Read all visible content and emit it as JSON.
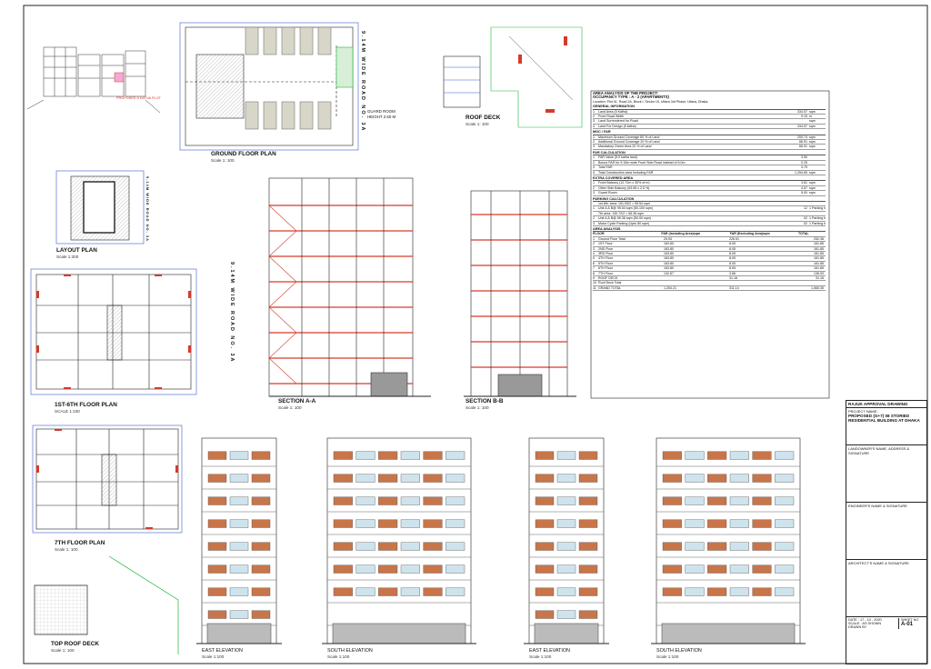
{
  "drawings": {
    "ground_floor_plan": {
      "title": "GROUND FLOOR PLAN",
      "scale": "Scale 1: 100"
    },
    "layout_plan": {
      "title": "LAYOUT PLAN",
      "scale": "Scale 1:200"
    },
    "floor_plan_1st_6th": {
      "title": "1ST-6TH FLOOR PLAN",
      "scale": "SCALE 1:100"
    },
    "floor_plan_7th": {
      "title": "7TH FLOOR PLAN",
      "scale": "Scale 1: 100"
    },
    "top_roof_deck": {
      "title": "TOP ROOF DECK",
      "scale": "Scale 1: 100"
    },
    "roof_deck": {
      "title": "ROOF DECK",
      "scale": "Scale 1: 100"
    },
    "section_aa": {
      "title": "SECTION A-A",
      "scale": "Scale 1: 100"
    },
    "section_bb": {
      "title": "SECTION B-B",
      "scale": "Scale 1: 100"
    },
    "east_elevation_1": {
      "title": "EAST ELEVATION",
      "scale": "Scale 1:100"
    },
    "south_elevation_1": {
      "title": "SOUTH ELEVATION",
      "scale": "Scale 1:100"
    },
    "east_elevation_2": {
      "title": "EAST ELEVATION",
      "scale": "Scale 1:100"
    },
    "south_elevation_2": {
      "title": "SOUTH ELEVATION",
      "scale": "Scale 1:100"
    }
  },
  "road_label": "9.14M WIDE ROAD NO. 3A",
  "guard_room": {
    "label": "GUARD ROOM",
    "height": "HEIGHT 2.50 M"
  },
  "proposed_site": "PROPOSED 5 KATHA PLOT",
  "area_analysis": {
    "heading": "AREA ANALYSIS OF THE PROJECT:",
    "occupancy": "OCCUPANCY TYPE : A - 2 (APARTMENTS)",
    "location": "Location: Plot 01, Road 2A, Block I, Sector 15, Uttara 3rd Phase, Uttara, Dhaka.",
    "general": {
      "heading": "GENERAL INFORMATION",
      "rows": [
        {
          "n": "1",
          "label": "Land Area (5 Katha)",
          "value": "334.57",
          "unit": "sqm"
        },
        {
          "n": "2",
          "label": "Front Road Width",
          "value": "9.15",
          "unit": "m"
        },
        {
          "n": "3",
          "label": "Land Surrendered for Road",
          "value": "",
          "unit": "sqm"
        },
        {
          "n": "4",
          "label": "Land For Design (5 katha)",
          "value": "334.57",
          "unit": "sqm"
        }
      ]
    },
    "mgc": {
      "heading": "MGC / FAR",
      "rows": [
        {
          "n": "1",
          "label": "Maximum Ground Coverage 60 % of Land",
          "value": "200.74",
          "unit": "sqm"
        },
        {
          "n": "2",
          "label": "Additional Ground Coverage 20 % of Land",
          "value": "66.91",
          "unit": "sqm"
        },
        {
          "n": "3",
          "label": "Mandatory Green Area 20 % of Land",
          "value": "66.91",
          "unit": "sqm"
        }
      ]
    },
    "far": {
      "heading": "FAR CALCULATION",
      "rows": [
        {
          "n": "1",
          "label": "FAR Value (5.0 katha land)",
          "value": "3.50",
          "unit": ""
        },
        {
          "n": "2",
          "label": "Bonus FAR for 9.15m wide Front Side Road instead of 6.0m",
          "value": "0.25",
          "unit": ""
        },
        {
          "n": "3",
          "label": "Total FAR",
          "value": "3.75",
          "unit": ""
        },
        {
          "n": "4",
          "label": "Total Construction area Including FAR",
          "value": "1,254.65",
          "unit": "sqm"
        }
      ]
    },
    "extra": {
      "heading": "EXTRA COVERED AREA",
      "rows": [
        {
          "n": "1",
          "label": "Front Balcony (12.72m x 30% of m)",
          "value": "3.81",
          "unit": "sqm"
        },
        {
          "n": "2",
          "label": "Other Side Balcony (93.08 x 2.5 %)",
          "value": "4.57",
          "unit": "sqm"
        },
        {
          "n": "3",
          "label": "Guard Room",
          "value": "5.00",
          "unit": "sqm"
        }
      ]
    },
    "parking": {
      "heading": "PARKING CALCULATION",
      "rows": [
        {
          "n": "",
          "label": "1st 8th, area: 151.09/2 = 95.54 sqm",
          "value": "",
          "unit": ""
        },
        {
          "n": "1",
          "label": "Unit A & B@ 95.54 sqm (50-100 sqm)",
          "value": "12",
          "unit": "1 Parking for every 10 Units"
        },
        {
          "n": "",
          "label": "7th area: 130.72/2 = 65.36 sqm",
          "value": "",
          "unit": ""
        },
        {
          "n": "2",
          "label": "Unit A & B@ 65.36 sqm (50-90 sqm)",
          "value": "02",
          "unit": "1 Parking for every 04 Units"
        },
        {
          "n": "3",
          "label": "Motor Cycle Parking (Upto 80 sqm)",
          "value": "02",
          "unit": "1 Parking for 35 Units"
        }
      ]
    },
    "floors": {
      "heading": "AREA ANALYSIS",
      "columns": [
        "FLOOR",
        "FAR (Including Area)sqm",
        "FAR (Excluding Area)sqm",
        "TOTAL"
      ],
      "rows": [
        {
          "n": "1",
          "floor": "Ground Floor Total",
          "far": "25.53",
          "excl": "226.51",
          "total": "252.38"
        },
        {
          "n": "2",
          "floor": "1ST Floor",
          "far": "163.80",
          "excl": "8.05",
          "total": "161.85"
        },
        {
          "n": "3",
          "floor": "2ND Floor",
          "far": "163.80",
          "excl": "8.05",
          "total": "161.85"
        },
        {
          "n": "4",
          "floor": "3RD Floor",
          "far": "163.80",
          "excl": "8.05",
          "total": "161.85"
        },
        {
          "n": "5",
          "floor": "4TH Floor",
          "far": "163.80",
          "excl": "8.05",
          "total": "161.85"
        },
        {
          "n": "6",
          "floor": "5TH Floor",
          "far": "163.80",
          "excl": "8.05",
          "total": "161.85"
        },
        {
          "n": "7",
          "floor": "6TH Floor",
          "far": "163.80",
          "excl": "8.05",
          "total": "161.85"
        },
        {
          "n": "8",
          "floor": "7TH Floor",
          "far": "132.67",
          "excl": "3.86",
          "total": "136.53"
        },
        {
          "n": "9",
          "floor": "ROOF DECK",
          "far": "",
          "excl": "31.16",
          "total": "31.16"
        },
        {
          "n": "10",
          "floor": "Roof Deck Total",
          "far": "",
          "excl": "",
          "total": ""
        },
        {
          "n": "11",
          "floor": "GRAND TOTAL",
          "far": "1,254.21",
          "excl": "311.14",
          "total": "1,565.35"
        }
      ]
    }
  },
  "title_block": {
    "approval": "RAJUK APPROVAL DRAWING",
    "project_name_label": "PROJECT NAME :",
    "project_name": "PROPOSED (G+7) 08 STORIED RESIDENTIAL BUILDING AT DHAKA",
    "landowner": "LANDOWNER'S NAME, ADDRESS & SIGNATURE",
    "engineer": "ENGINEER'S NAME & SIGNATURE",
    "architect": "ARCHITECT'S NAME & SIGNATURE",
    "date_label": "DATE",
    "date": "17 - 10 - 2020",
    "scale_label": "SCALE",
    "scale": "AS SHOWN",
    "drawn_label": "DRAWN BY",
    "sheet_label": "SHEET NO",
    "sheet": "A-01"
  },
  "colors": {
    "line": "#222222",
    "red": "#d63a2a",
    "orange": "#c8754a",
    "green": "#1fb83a",
    "blue": "#3a5ad0",
    "hatch": "#888888"
  }
}
